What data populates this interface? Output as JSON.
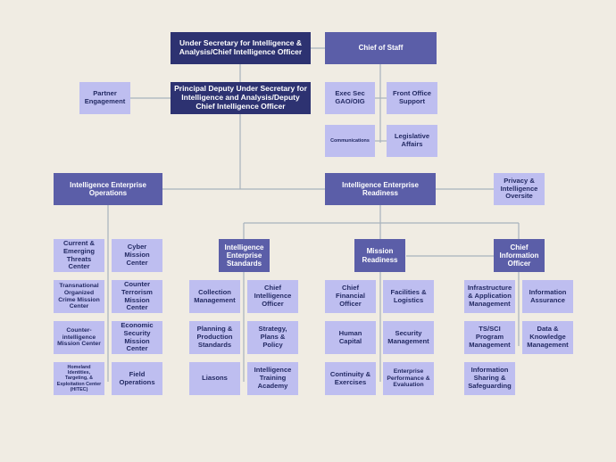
{
  "top": {
    "under_secretary": "Under Secretary for Intelligence & Analysis/Chief Intelligence Officer",
    "chief_of_staff": "Chief of Staff",
    "principal_deputy": "Principal Deputy Under Secretary for Intelligence and Analysis/Deputy Chief Intelligence Officer",
    "partner_engagement": "Partner Engagement",
    "exec_sec": "Exec Sec GAO/OIG",
    "front_office": "Front Office Support",
    "communications": "Communications",
    "legislative": "Legislative Affairs"
  },
  "operations": {
    "title": "Intelligence Enterprise Operations",
    "units": [
      "Current & Emerging Threats Center",
      "Cyber Mission Center",
      "Transnational Organized Crime Mission Center",
      "Counter Terrorism Mission Center",
      "Counter-intelligence Mission Center",
      "Economic Security Mission Center",
      "Homeland Identities, Targeting, & Exploitation Center (HITEC)",
      "Field Operations"
    ]
  },
  "readiness": {
    "title": "Intelligence Enterprise Readiness",
    "privacy": "Privacy & Intelligence Oversite"
  },
  "standards": {
    "title": "Intelligence Enterprise Standards",
    "units": [
      "Collection Management",
      "Chief Intelligence Officer",
      "Planning & Production Standards",
      "Strategy, Plans & Policy",
      "Liasons",
      "Intelligence Training Academy"
    ]
  },
  "mission": {
    "title": "Mission Readiness",
    "units": [
      "Chief Financial Officer",
      "Facilities & Logistics",
      "Human Capital",
      "Security Management",
      "Continuity & Exercises",
      "Enterprise Performance & Evaluation"
    ]
  },
  "cio": {
    "title": "Chief Information Officer",
    "units": [
      "Infrastructure & Application Management",
      "Information Assurance",
      "TS/SCI Program Management",
      "Data & Knowledge Management",
      "Information Sharing & Safeguarding"
    ]
  },
  "colors": {
    "dark": "#2d3271",
    "mid": "#5b5ea8",
    "light": "#bebef0",
    "line": "#a7b2bd",
    "background": "#f0ece3"
  }
}
